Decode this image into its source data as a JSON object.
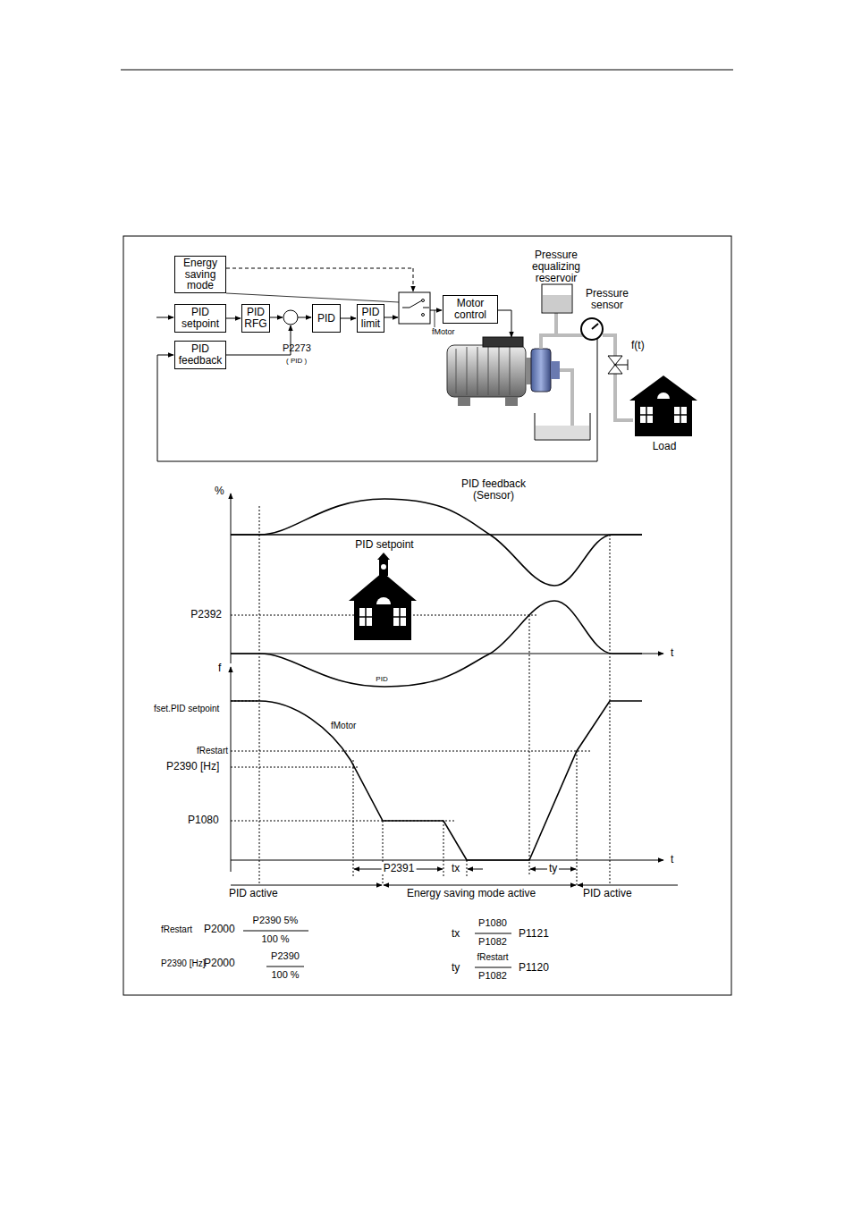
{
  "diagram": {
    "nodes": [
      {
        "text": [
          "Energy saving mode"
        ]
      },
      {
        "text": [
          "PID setpoint"
        ]
      },
      {
        "text": [
          "PID RFG"
        ]
      },
      {
        "text": [
          "PID feedback"
        ]
      },
      {
        "text": [
          "PID"
        ]
      },
      {
        "text": [
          "PID limit"
        ]
      },
      {
        "text": [
          "Motor control"
        ]
      }
    ],
    "edges": [
      {
        "from": 1,
        "to": 2,
        "arrow": "to"
      },
      {
        "from": 4,
        "to": 5,
        "arrow": "to"
      }
    ],
    "labels": [
      "Pressure equalizing reservoir",
      "Pressure sensor",
      "f(t)",
      "Load",
      "P2273",
      "( PID )",
      "fMotor",
      "%",
      "PID feedback (Sensor)",
      "PID setpoint",
      "P2392",
      "t",
      "PID",
      "f",
      "fset.PID setpoint",
      "fMotor",
      "fRestart",
      "P2390 [Hz]",
      "P1080",
      "t",
      "P2391",
      "tx",
      "ty",
      "PID active",
      "Energy saving mode active",
      "PID active",
      "fRestart",
      "P2000",
      "P2390   5%",
      "100 %",
      "P2390 [Hz]",
      "P2000",
      "P2390",
      "100 %",
      "tx",
      "P1080",
      "P1082",
      "P1121",
      "ty",
      "fRestart",
      "P1082",
      "P1120"
    ]
  }
}
